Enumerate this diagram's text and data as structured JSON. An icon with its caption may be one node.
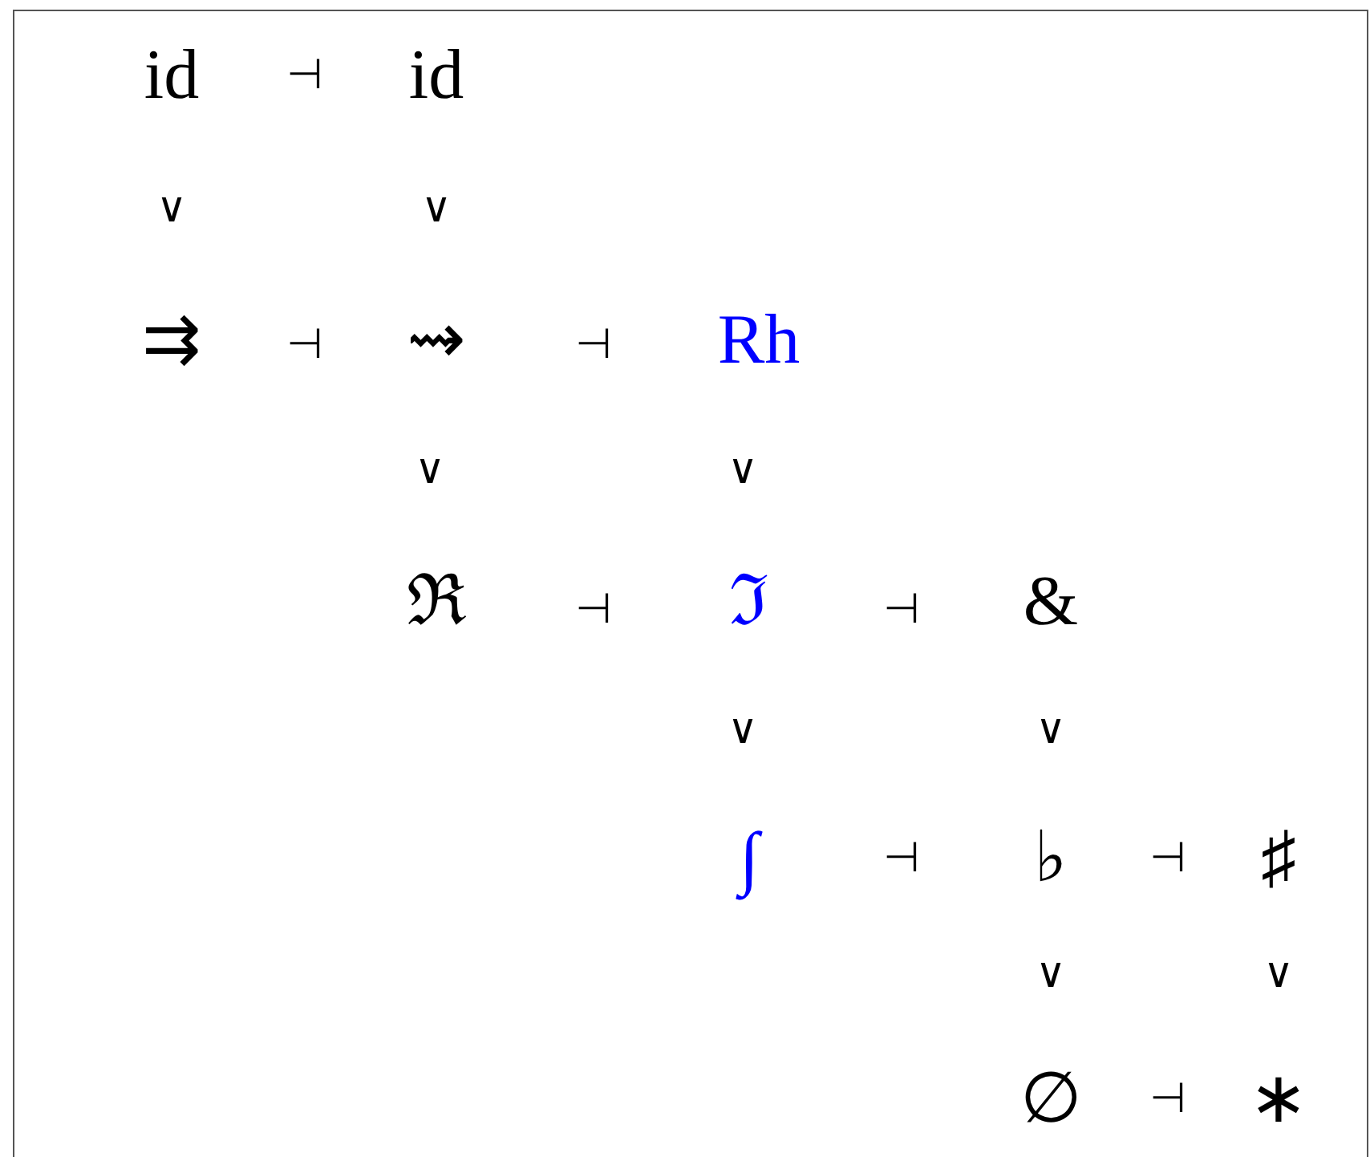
{
  "diagram": {
    "nodes": [
      {
        "text": [
          "id"
        ]
      },
      {
        "text": [
          "id"
        ]
      },
      {
        "text": [
          "⇉"
        ]
      },
      {
        "text": [
          "⇝"
        ]
      },
      {
        "text": [
          "Rh"
        ]
      },
      {
        "text": [
          "ℜ"
        ]
      },
      {
        "text": [
          "ℑ"
        ]
      },
      {
        "text": [
          "&"
        ]
      },
      {
        "text": [
          "∫"
        ]
      },
      {
        "text": [
          "♭"
        ]
      },
      {
        "text": [
          "♯"
        ]
      },
      {
        "text": [
          "∅"
        ]
      },
      {
        "text": [
          "∗"
        ]
      }
    ],
    "labels": [
      "⊣",
      "∨",
      "∨",
      "⊣",
      "⊣",
      "∨",
      "∨",
      "⊣",
      "⊣",
      "∨",
      "∨",
      "⊣",
      "⊣",
      "∨",
      "∨",
      "⊣"
    ]
  }
}
